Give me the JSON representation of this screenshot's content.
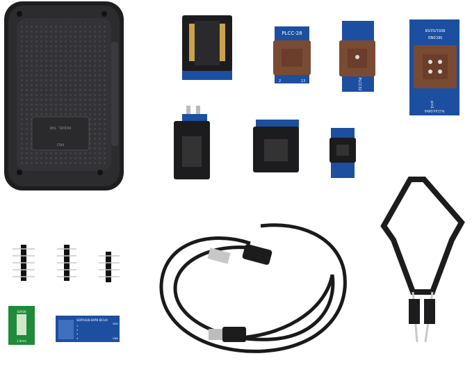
{
  "programmer": {
    "model": "MODEL: T48",
    "brand": "PRO"
  },
  "adapters": {
    "plcc28": "PLCC-28",
    "plcc28_pins": [
      "2",
      "13"
    ],
    "plcc32": "PLCC32",
    "plcc44_top": [
      "8051/52/58",
      "SEC0ND"
    ],
    "plcc44_bottom": "PLCC44-DIP40",
    "pin1": "pin1",
    "sop_green": "SOP28",
    "sop_green_pitch": "1.0mm",
    "sop16": "SOP16/8-DIP8 BCU4",
    "sop16_vdd": "VDD",
    "sop16_gnd": "GND",
    "sop16_rows": [
      "1",
      "2",
      "3",
      "4"
    ]
  },
  "colors": {
    "pcb_blue": "#1c4fa0",
    "pcb_green": "#1f8a3a",
    "socket_brown": "#7a4b33",
    "black": "#1c1c1e"
  }
}
